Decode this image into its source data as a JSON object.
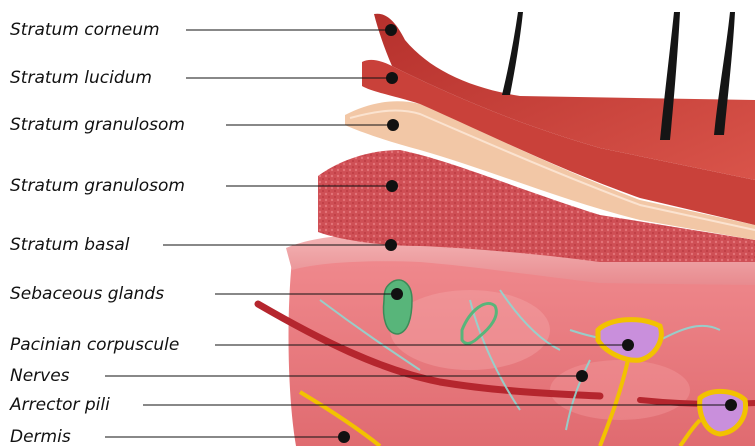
{
  "labels": [
    {
      "id": "stratum-corneum",
      "text": "Stratum corneum"
    },
    {
      "id": "stratum-lucidum",
      "text": "Stratum lucidum"
    },
    {
      "id": "stratum-granulosom-1",
      "text": "Stratum granulosom"
    },
    {
      "id": "stratum-granulosom-2",
      "text": "Stratum granulosom"
    },
    {
      "id": "stratum-basal",
      "text": "Stratum basal"
    },
    {
      "id": "sebaceous-glands",
      "text": "Sebaceous glands"
    },
    {
      "id": "pacinian-corpuscule",
      "text": "Pacinian corpuscule"
    },
    {
      "id": "nerves",
      "text": "Nerves"
    },
    {
      "id": "arrector-pili",
      "text": "Arrector pili"
    },
    {
      "id": "dermis",
      "text": "Dermis"
    }
  ],
  "colors": {
    "epidermis": "#c9413a",
    "dermis": "#e8787c",
    "granular": "#f2c7a6",
    "spinous": "#d4585d",
    "nerve": "#f2c200",
    "blood_vessel": "#b5262e",
    "gland": "#58b57a",
    "nerve_fiber": "#8fd6d0",
    "hair": "#151515"
  }
}
